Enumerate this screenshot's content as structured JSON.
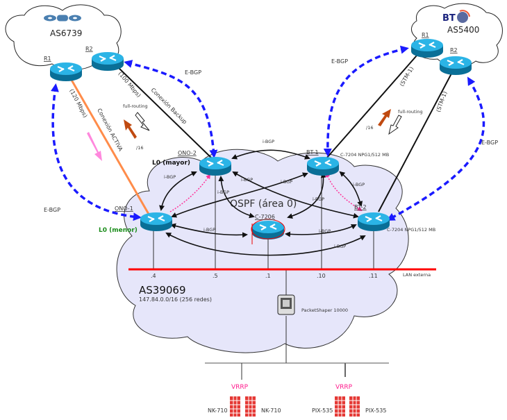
{
  "ono": {
    "logo": "ONO",
    "as": "AS6739",
    "r1": "R1",
    "r2": "R2",
    "link_r1_speed": "(120 Mbps)",
    "link_r1_name": "Conexión ACTIVA",
    "link_r2_speed": "(100 Mbps)",
    "link_r2_name": "Conexión Backup",
    "full_routing": "full-routing",
    "prefix": "/16",
    "ebgp1": "E-BGP",
    "ebgp2": "E-BGP"
  },
  "bt": {
    "logo": "BT",
    "as": "AS5400",
    "r1": "R1",
    "r2": "R2",
    "link_r1_speed": "(STM-1)",
    "link_r2_speed": "(STM-1)",
    "full_routing": "full-routing",
    "prefix": "/16",
    "ebgp1": "E-BGP",
    "ebgp2": "E-BGP"
  },
  "core": {
    "as": "AS39069",
    "prefix_note": "147.84.0.0/16 (256 redes)",
    "ospf": "OSPF (área 0)",
    "ono2": "ONO-2",
    "ono2_lo": "L0 (mayor)",
    "ono1": "ONO-1",
    "ono1_lo": "L0 (menor)",
    "bt1": "BT-1",
    "bt1_model": "C-7204 NPG1/512 MB",
    "bt2": "BT-2",
    "bt2_model": "C-7204 NPG1/512 MB",
    "c7206": "C-7206",
    "ibgp": "i-BGP",
    "lan": "LAN externa",
    "ips": [
      ".4",
      ".5",
      ".1",
      ".10",
      ".11"
    ],
    "packetshaper": "PacketShaper 10000"
  },
  "bottom": {
    "vrrp1": "VRRP",
    "vrrp2": "VRRP",
    "nk1": "NK-710",
    "nk2": "NK-710",
    "pix1": "PIX-535",
    "pix2": "PIX-535"
  },
  "colors": {
    "ebgp": "#1a1aff",
    "lan": "#ff0000",
    "active_link": "#ff8c4a",
    "cloud": "#e6e6fa",
    "router": "#1a8fc0",
    "vrrp": "#ff1a8c",
    "lo_menor": "#1a8c1a"
  }
}
